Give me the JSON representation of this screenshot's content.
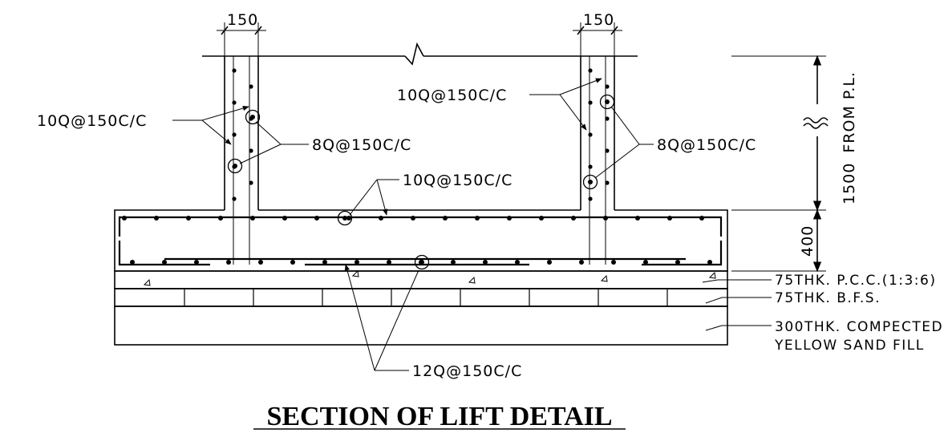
{
  "dims": {
    "wall_thickness_left": "150",
    "wall_thickness_right": "150",
    "height_from_pl": "1500",
    "from_pl": "FROM P.L.",
    "slab_thickness": "400"
  },
  "rebar": {
    "left_wall_main": "10Q@150C/C",
    "left_wall_dist": "8Q@150C/C",
    "right_wall_main": "10Q@150C/C",
    "right_wall_dist": "8Q@150C/C",
    "top_slab": "10Q@150C/C",
    "bottom_slab": "12Q@150C/C"
  },
  "layers": {
    "pcc": "75THK. P.C.C.(1:3:6)",
    "bfs": "75THK. B.F.S.",
    "sand_line1": "300THK. COMPECTED",
    "sand_line2": "YELLOW SAND FILL"
  },
  "title": "SECTION OF LIFT DETAIL"
}
